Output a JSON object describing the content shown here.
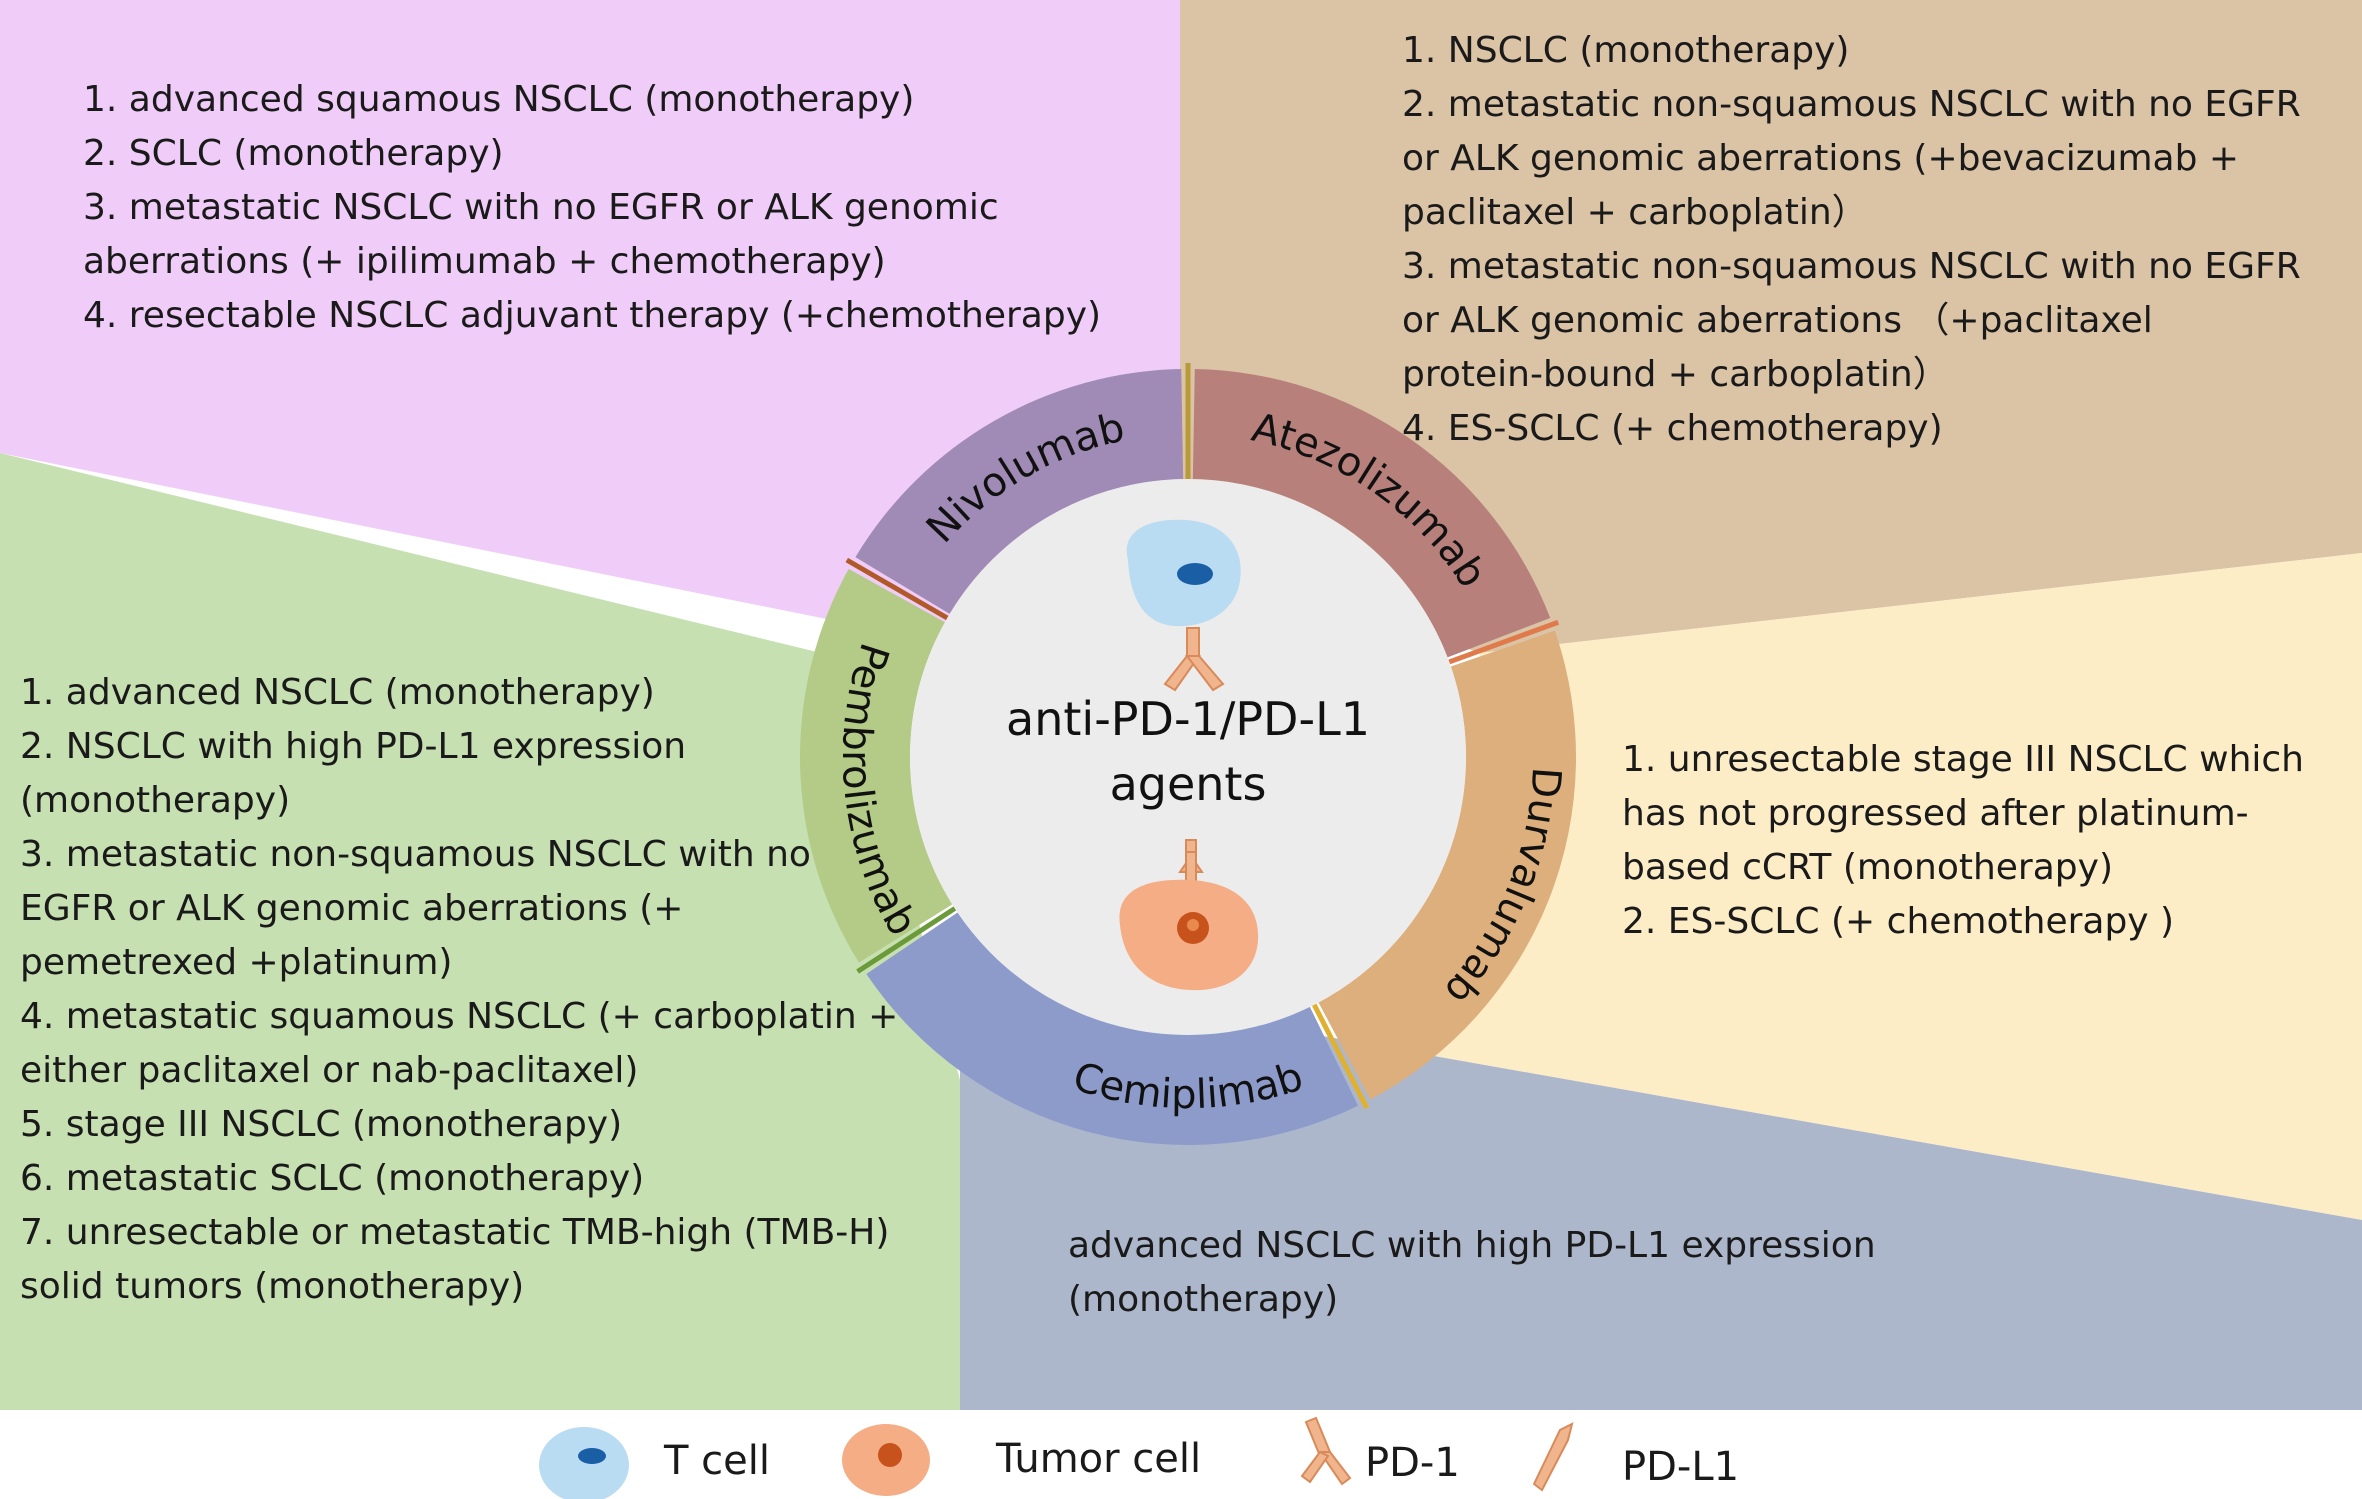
{
  "center": {
    "line1": "anti-PD-1/PD-L1",
    "line2": "agents"
  },
  "drugs": [
    {
      "name": "Nivolumab",
      "color": "#9f8bb5"
    },
    {
      "name": "Atezolizumab",
      "color": "#b7807b"
    },
    {
      "name": "Durvalumab",
      "color": "#dcaf7c"
    },
    {
      "name": "Cemiplimab",
      "color": "#8d9bcb"
    },
    {
      "name": "Pembrolizumab",
      "color": "#b3cb86"
    }
  ],
  "regions": {
    "nivolumab": {
      "color": "#f0cdf8",
      "lines": [
        "1. advanced squamous NSCLC (monotherapy)",
        "2. SCLC (monotherapy)",
        "3. metastatic NSCLC with no EGFR or ALK genomic",
        "aberrations (+ ipilimumab + chemotherapy)",
        "4. resectable NSCLC adjuvant therapy (+chemotherapy)"
      ]
    },
    "atezolizumab": {
      "color": "#dbc3a6",
      "lines": [
        "1. NSCLC (monotherapy)",
        "2. metastatic non-squamous NSCLC with no EGFR",
        "or ALK genomic   aberrations (+bevacizumab +",
        "paclitaxel + carboplatin）",
        "3. metastatic non-squamous NSCLC with no EGFR",
        "or ALK genomic   aberrations  （+paclitaxel",
        "protein-bound + carboplatin）",
        "4. ES-SCLC (+ chemotherapy)"
      ]
    },
    "durvalumab": {
      "color": "#fdedc7",
      "lines": [
        "1. unresectable stage III NSCLC which",
        "has not progressed after platinum-",
        "based cCRT (monotherapy)",
        "2. ES-SCLC (+ chemotherapy )"
      ]
    },
    "cemiplimab": {
      "color": "#adb7cc",
      "lines": [
        "advanced NSCLC with high PD-L1 expression",
        "(monotherapy)"
      ]
    },
    "pembrolizumab": {
      "color": "#c7e0b2",
      "lines": [
        "1. advanced NSCLC (monotherapy)",
        "2. NSCLC with high PD-L1 expression",
        "(monotherapy)",
        "3. metastatic non-squamous NSCLC with no",
        "EGFR or ALK genomic   aberrations (+",
        "pemetrexed +platinum)",
        "4. metastatic squamous NSCLC (+ carboplatin +",
        "either paclitaxel or nab-paclitaxel)",
        "5. stage III NSCLC  (monotherapy)",
        "6. metastatic SCLC (monotherapy)",
        "7. unresectable or metastatic TMB-high (TMB-H)",
        "solid tumors (monotherapy)"
      ]
    }
  },
  "legend": [
    {
      "label": "T cell",
      "icon": "t-cell-icon"
    },
    {
      "label": "Tumor cell",
      "icon": "tumor-cell-icon"
    },
    {
      "label": "PD-1",
      "icon": "pd-1-icon"
    },
    {
      "label": "PD-L1",
      "icon": "pd-l1-icon"
    }
  ],
  "colors": {
    "t_cell": "#b9dcf3",
    "t_cell_nucleus": "#1a5fa6",
    "tumor_cell": "#f5ad86",
    "tumor_nucleus": "#c8521c",
    "receptor": "#f0b58d",
    "center_disc": "#ececec"
  }
}
